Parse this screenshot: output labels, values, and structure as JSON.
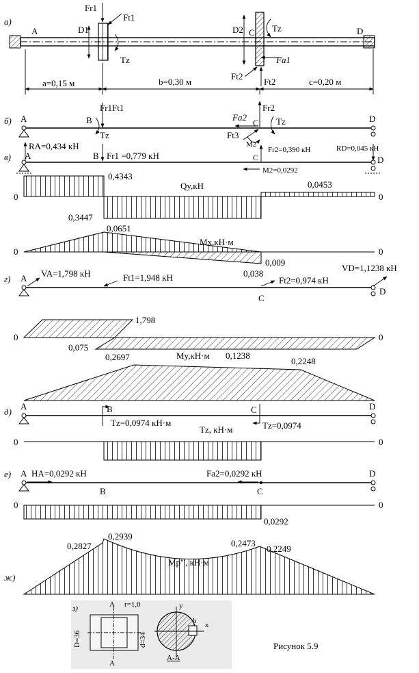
{
  "views": {
    "a": {
      "tag": "а)",
      "labels": {
        "A": "A",
        "D": "D",
        "C": "C",
        "Fr1": "Fr1",
        "Ft1": "Ft1",
        "Tz1": "Tz",
        "D1": "D1",
        "D2": "D2",
        "Tz2": "Tz",
        "Ft2a": "Ft2",
        "Ft2b": "Ft2",
        "Fa1": "Fa1"
      },
      "dims": {
        "a": "a=0,15 м",
        "b": "b=0,30 м",
        "c": "c=0,20 м"
      }
    },
    "b": {
      "tag": "б)",
      "labels": {
        "A": "A",
        "B": "B",
        "C": "C",
        "D": "D",
        "Fr1Ft1": "Fr1Ft1",
        "Tz1": "Tz",
        "Fr2": "Fr2",
        "Fa2": "Fa2",
        "Tz2": "Tz",
        "Ft3": "Ft3",
        "M2": "M2"
      }
    },
    "v": {
      "tag": "в)",
      "labels": {
        "RA": "RA=0,434 кН",
        "B": "B",
        "Fr1": "Fr1 =0,779 кН",
        "C": "C",
        "Fr2": "Fr2=0,390 кН",
        "RD": "RD=0,045 кН",
        "D": "D",
        "A": "A",
        "M2": "M2=0,0292"
      }
    },
    "qy": {
      "title": "Qy,кН",
      "zero_left": "0",
      "zero_right": "0",
      "v1": "0,4343",
      "v2": "0,3447",
      "v3": "0,0453"
    },
    "mx": {
      "title": "Mx,кН·м",
      "zero_left": "0",
      "zero_right": "0",
      "v1": "0,0651",
      "v2": "0,038",
      "v3": "0,009"
    },
    "g": {
      "tag": "г)",
      "labels": {
        "A": "A",
        "VA": "VA=1,798 кН",
        "Ft1": "Ft1=1,948 кН",
        "C": "C",
        "Ft2": "Ft2=0,974 кН",
        "VD": "VD=1,1238 кН",
        "D": "D"
      }
    },
    "qx": {
      "zero_left": "0",
      "zero_right": "0",
      "v1": "1,798",
      "v2": "0,075"
    },
    "my": {
      "title": "My,кН·м",
      "v1": "0,2697",
      "v2": "0,1238",
      "v3": "0,2248"
    },
    "d": {
      "tag": "д)",
      "labels": {
        "A": "A",
        "B": "B",
        "C": "C",
        "D": "D",
        "Tz1": "Tz=0,0974 кН·м",
        "TzT": "Tz, кН·м",
        "Tz2": "Tz=0,0974"
      },
      "zero_left": "0",
      "zero_right": "0"
    },
    "e": {
      "tag": "е)",
      "labels": {
        "A": "A",
        "HA": "HA=0,0292 кН",
        "B": "B",
        "Fa2": "Fa2=0,0292 кН",
        "C": "C",
        "D": "D"
      },
      "zero_left": "0",
      "zero_right": "0",
      "v1": "0,0292"
    },
    "zh": {
      "tag": "ж)",
      "title": "Mp''', кН·м",
      "v1": "0,2827",
      "v2": "0,2939",
      "v3": "0,2473",
      "v4": "0,2249"
    },
    "z": {
      "tag": "з)",
      "labels": {
        "A1": "A",
        "A2": "A",
        "r": "r=1,0",
        "D": "D=36",
        "d": "d=34",
        "AA": "A-A",
        "y": "y",
        "x": "x",
        "b": "b"
      }
    },
    "caption": "Рисунок 5.9"
  }
}
